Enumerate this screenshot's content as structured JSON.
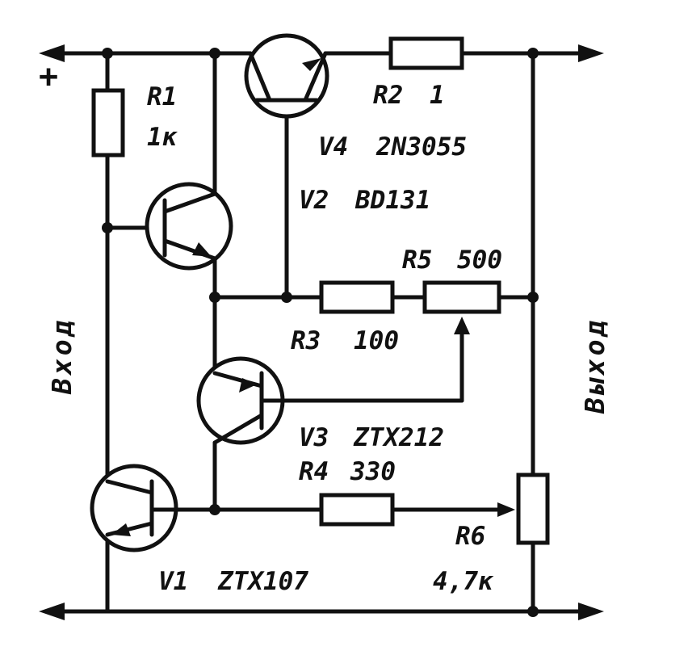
{
  "diagram": {
    "polarity_plus": "+",
    "input_label": "Вход",
    "output_label": "Выход",
    "components": {
      "R1": {
        "ref": "R1",
        "value": "1к"
      },
      "R2": {
        "ref": "R2",
        "value": "1"
      },
      "R3": {
        "ref": "R3",
        "value": "100"
      },
      "R4": {
        "ref": "R4",
        "value": "330"
      },
      "R5": {
        "ref": "R5",
        "value": "500"
      },
      "R6": {
        "ref": "R6",
        "value": "4,7к"
      },
      "V1": {
        "ref": "V1",
        "value": "ZTX107"
      },
      "V2": {
        "ref": "V2",
        "value": "BD131"
      },
      "V3": {
        "ref": "V3",
        "value": "ZTX212"
      },
      "V4": {
        "ref": "V4",
        "value": "2N3055"
      }
    }
  },
  "colors": {
    "ink": "#111111",
    "paper": "#ffffff"
  }
}
